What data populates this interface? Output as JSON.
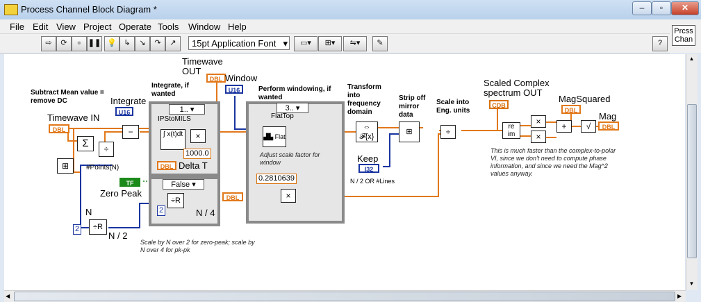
{
  "window": {
    "title": "Process Channel Block Diagram *",
    "minimize": "–",
    "restore": "▫",
    "close": "✕"
  },
  "menu": [
    "File",
    "Edit",
    "View",
    "Project",
    "Operate",
    "Tools",
    "Window",
    "Help"
  ],
  "toolbar": {
    "font": "15pt Application Font"
  },
  "panel_icon": {
    "line1": "Prcss",
    "line2": "Chan"
  },
  "diagram": {
    "timewave_in": "Timewave IN",
    "subtract_mean": "Subtract Mean value = remove DC",
    "integrate": "Integrate",
    "integrate_if_wanted": "Integrate, if wanted",
    "timewave_out": "Timewave OUT",
    "window": "Window",
    "perform_windowing": "Perform windowing, if wanted",
    "transform": "Transform into frequency domain",
    "strip_mirror": "Strip off mirror data",
    "scale_eng": "Scale into Eng. units",
    "scaled_complex_out": "Scaled Complex spectrum OUT",
    "magsquared": "MagSquared",
    "mag": "Mag",
    "npoints": "#Points(N)",
    "zero_peak": "Zero Peak",
    "n": "N",
    "n_over_2": "N / 2",
    "n_over_4": "N / 4",
    "delta_t": "Delta T",
    "const_1000": "1000.0",
    "ipstomils": "IPStoMILS",
    "case_1": "1..",
    "case_3": "3..",
    "false_case": "False",
    "flattop": "FlatTop",
    "adjust_scale": "Adjust scale factor for window",
    "const_scale": "0.2810639",
    "keep": "Keep",
    "n2_or_lines": "N / 2 OR #Lines",
    "const_2a": "2",
    "const_2b": "2",
    "note_scale": "Scale by N over 2 for zero-peak; scale by N over 4 for pk-pk",
    "note_faster": "This is much faster than the complex-to-polar VI, since we don't need to compute phase information, and since we need the Mag^2 values anyway.",
    "tag_dbl": "DBL",
    "tag_u16": "U16",
    "tag_tf": "TF",
    "tag_cdb": "CDB",
    "tag_i32": "I32"
  }
}
